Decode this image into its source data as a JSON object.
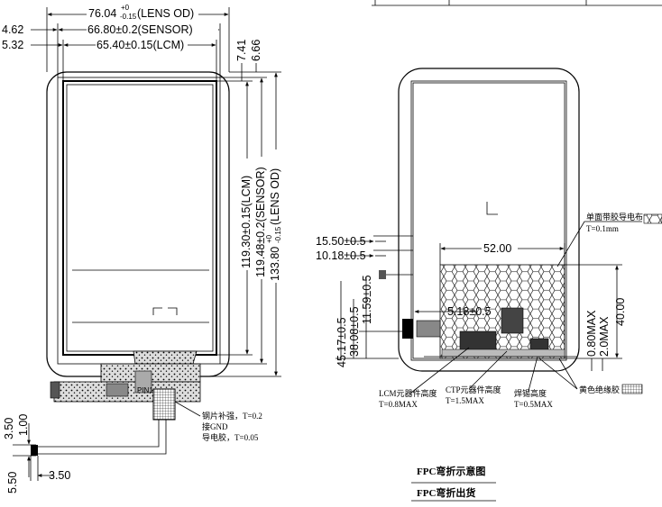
{
  "left_view": {
    "top_dims": {
      "lens_od": "76.04",
      "lens_od_tol_upper": "+0",
      "lens_od_tol_lower": "-0.15",
      "lens_od_label": "(LENS OD)",
      "sensor": "66.80±0.2(SENSOR)",
      "lcm": "65.40±0.15(LCM)",
      "left_offset_1": "4.62",
      "left_offset_2": "5.32"
    },
    "right_dims": {
      "d1": "7.41",
      "d2": "6.66",
      "lcm_h": "119.30±0.15(LCM)",
      "sensor_h": "119.48±0.2(SENSOR)",
      "lens_h": "133.80",
      "lens_h_tol_upper": "+0",
      "lens_h_tol_lower": "-0.15",
      "lens_h_label": "(LENS OD)"
    },
    "bottom_dims": {
      "v1": "3.50",
      "v2": "1.00",
      "v3": "5.50",
      "h1": "3.50"
    },
    "notes": {
      "steel": "钢片补强，T=0.2",
      "gnd": "接GND",
      "tape": "导电胶，T=0.05"
    }
  },
  "right_view": {
    "dims": {
      "d1": "15.50±0.5",
      "d2": "10.18±0.5",
      "d3": "11.59±0.5",
      "d4": "5.18±0.5",
      "d5": "45.17±0.5",
      "d6": "38.08±0.5",
      "width": "52.00",
      "h1": "0.80MAX",
      "h2": "2.0MAX",
      "h3": "40.00"
    },
    "notes": {
      "tape_label": "单面带胶导电布",
      "tape_t": "T=0.1mm",
      "lcm_comp": "LCM元器件高度",
      "lcm_comp_t": "T=0.8MAX",
      "ctp_comp": "CTP元器件高度",
      "ctp_comp_t": "T=1.5MAX",
      "solder": "焊锡高度",
      "solder_t": "T=0.5MAX",
      "yellow_tape": "黄色绝缘胶"
    }
  },
  "captions": {
    "fpc_bend": "FPC弯折示意图",
    "fpc_ship": "FPC弯折出货"
  },
  "pin_label": "PIN1"
}
